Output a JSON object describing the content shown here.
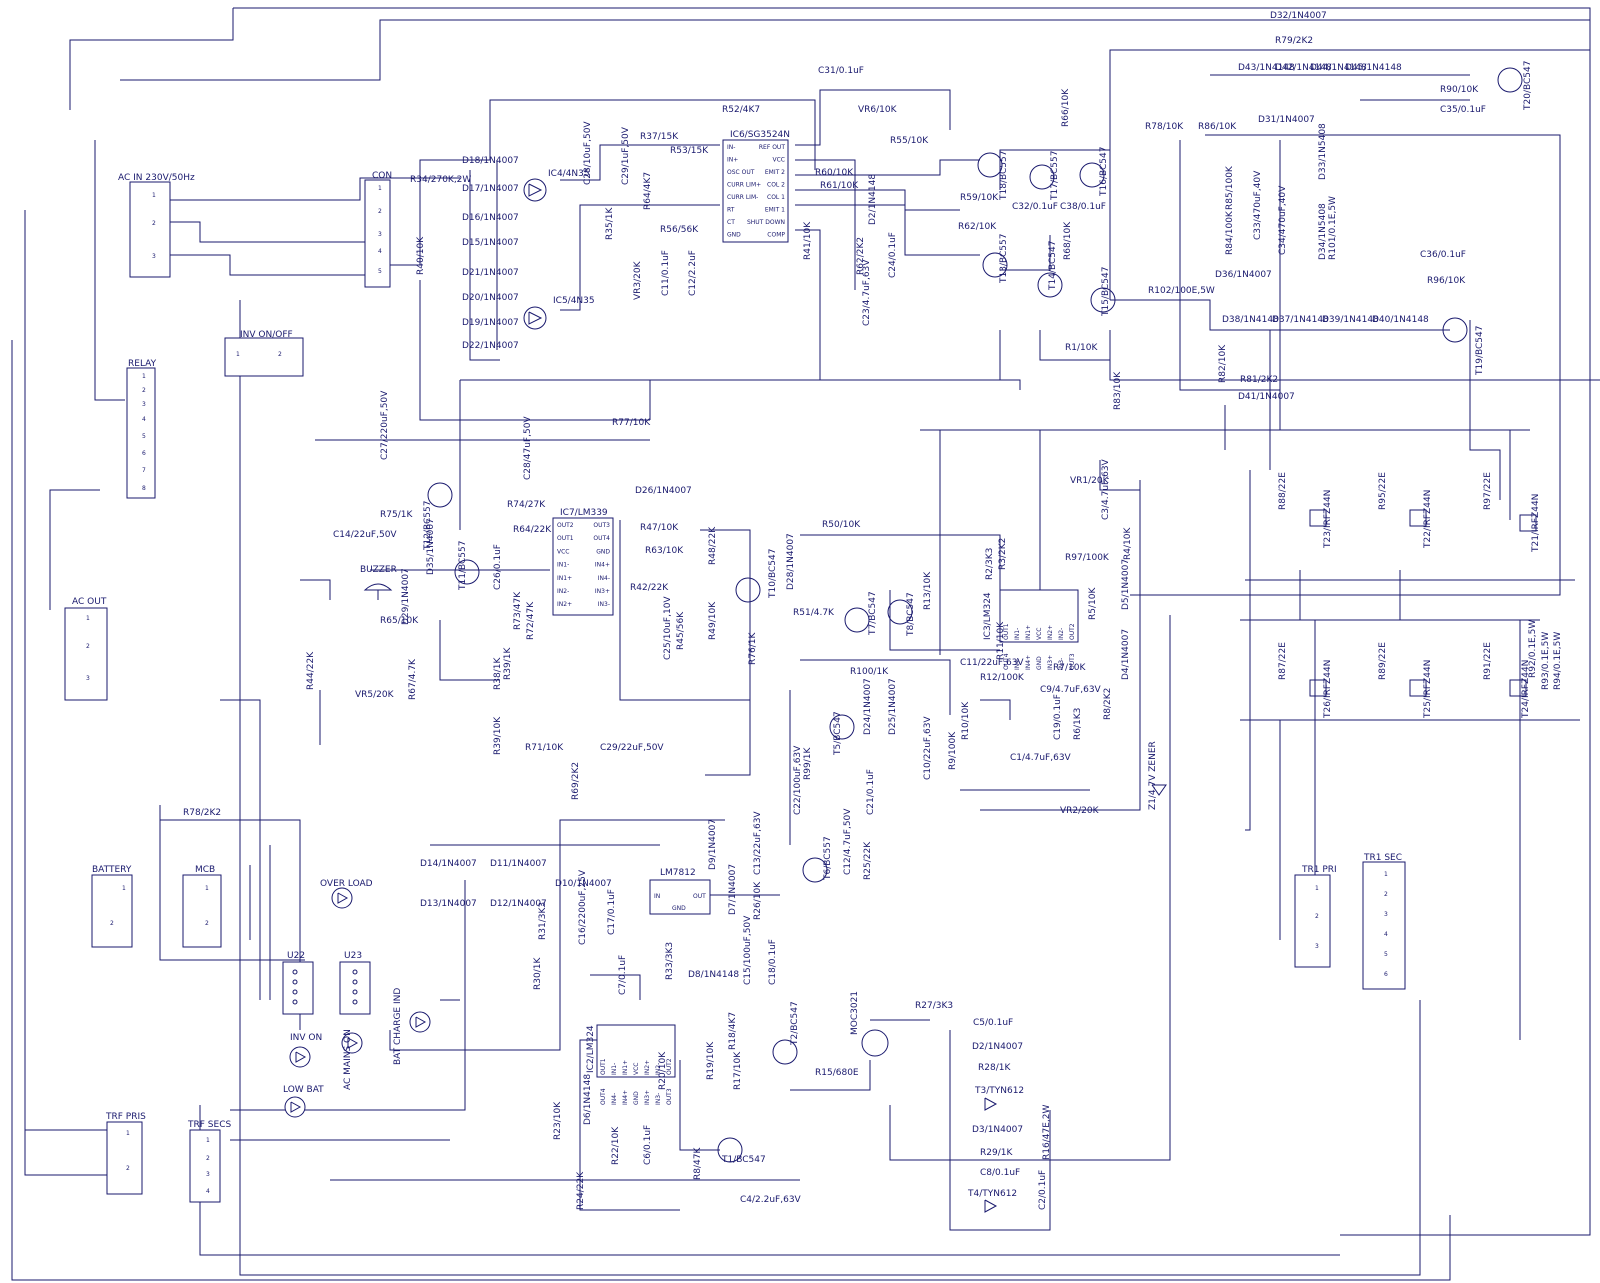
{
  "connectors": {
    "ac_in": "AC IN 230V/50Hz",
    "con": "CON",
    "relay": "RELAY",
    "inv_onoff": "INV ON/OFF",
    "ac_out": "AC OUT",
    "battery": "BATTERY",
    "mcb": "MCB",
    "trf_pris": "TRF PRIS",
    "trf_secs": "TRF SECS",
    "tr1_pri": "TR1 PRI",
    "tr1_sec": "TR1 SEC"
  },
  "ics": {
    "ic6": {
      "title": "IC6/SG3524N",
      "left": [
        "IN-",
        "IN+",
        "OSC OUT",
        "CURR LIM+",
        "CURR LIM-",
        "RT",
        "CT",
        "GND"
      ],
      "right": [
        "REF OUT",
        "VCC",
        "EMIT 2",
        "COL 2",
        "COL 1",
        "EMIT 1",
        "SHUT DOWN",
        "COMP"
      ]
    },
    "ic7": {
      "title": "IC7/LM339",
      "left": [
        "OUT2",
        "OUT1",
        "VCC",
        "IN1-",
        "IN1+",
        "IN2-",
        "IN2+"
      ],
      "right": [
        "OUT3",
        "OUT4",
        "GND",
        "IN4+",
        "IN4-",
        "IN3+",
        "IN3-"
      ]
    },
    "ic3": {
      "title": "IC3/LM324",
      "pins": [
        "OUT1",
        "IN1-",
        "IN1+",
        "VCC",
        "IN2+",
        "IN2-",
        "OUT2",
        "OUT3",
        "IN3-",
        "IN3+",
        "GND",
        "IN4+",
        "IN4-",
        "OUT4"
      ]
    },
    "ic2": {
      "title": "IC2/LM324",
      "pins": [
        "OUT1",
        "IN1-",
        "IN1+",
        "VCC",
        "IN2+",
        "IN2-",
        "OUT2",
        "OUT3",
        "IN3-",
        "IN3+",
        "GND",
        "IN4+",
        "IN4-",
        "OUT4"
      ]
    },
    "lm7812": {
      "title": "LM7812",
      "pins": [
        "IN",
        "GND",
        "OUT"
      ]
    },
    "u22": "U22",
    "u23": "U23"
  },
  "leds": {
    "buzzer": "BUZZER",
    "over_load": "OVER LOAD",
    "inv_on": "INV ON",
    "low_bat": "LOW BAT",
    "ac_mains_on": "AC MAINS ON",
    "bat_charge_ind": "BAT CHARGE IND"
  },
  "labels": [
    {
      "t": "R34/270K,2W"
    },
    {
      "t": "D18/1N4007"
    },
    {
      "t": "D17/1N4007"
    },
    {
      "t": "D16/1N4007"
    },
    {
      "t": "D15/1N4007"
    },
    {
      "t": "D21/1N4007"
    },
    {
      "t": "D20/1N4007"
    },
    {
      "t": "D19/1N4007"
    },
    {
      "t": "D22/1N4007"
    },
    {
      "t": "IC4/4N35"
    },
    {
      "t": "IC5/4N35"
    },
    {
      "t": "R40/10K"
    },
    {
      "t": "C31/0.1uF"
    },
    {
      "t": "R52/4K7"
    },
    {
      "t": "VR6/10K"
    },
    {
      "t": "R55/10K"
    },
    {
      "t": "R60/10K"
    },
    {
      "t": "R61/10K"
    },
    {
      "t": "R37/15K"
    },
    {
      "t": "R53/15K"
    },
    {
      "t": "C28/10uF,50V"
    },
    {
      "t": "C29/1uF,50V"
    },
    {
      "t": "R64/4K7"
    },
    {
      "t": "R56/56K"
    },
    {
      "t": "R35/1K"
    },
    {
      "t": "VR3/20K"
    },
    {
      "t": "C11/0.1uF"
    },
    {
      "t": "C12/2.2uF"
    },
    {
      "t": "R41/10K"
    },
    {
      "t": "R62/2K2"
    },
    {
      "t": "D2/1N4148"
    },
    {
      "t": "C23/4.7uF,63V"
    },
    {
      "t": "C24/0.1uF"
    },
    {
      "t": "R59/10K"
    },
    {
      "t": "R62/10K"
    },
    {
      "t": "C32/0.1uF"
    },
    {
      "t": "C38/0.1uF"
    },
    {
      "t": "T18/BC557"
    },
    {
      "t": "T17/BC557"
    },
    {
      "t": "T16/BC547"
    },
    {
      "t": "T13/BC557"
    },
    {
      "t": "T14/BC547"
    },
    {
      "t": "T15/BC547"
    },
    {
      "t": "R66/10K"
    },
    {
      "t": "R68/10K"
    },
    {
      "t": "R102/100E,5W"
    },
    {
      "t": "R1/10K"
    },
    {
      "t": "R83/10K"
    },
    {
      "t": "D32/1N4007"
    },
    {
      "t": "R79/2K2"
    },
    {
      "t": "D43/1N4148"
    },
    {
      "t": "D42/1N4148"
    },
    {
      "t": "D44/1N4148"
    },
    {
      "t": "D45/1N4148"
    },
    {
      "t": "R90/10K"
    },
    {
      "t": "C35/0.1uF"
    },
    {
      "t": "T20/BC547"
    },
    {
      "t": "R78/10K"
    },
    {
      "t": "R86/10K"
    },
    {
      "t": "D31/1N4007"
    },
    {
      "t": "R85/100K"
    },
    {
      "t": "R84/100K"
    },
    {
      "t": "C33/470uF,40V"
    },
    {
      "t": "C34/470uF,40V"
    },
    {
      "t": "D33/1N5408"
    },
    {
      "t": "D34/1N5408"
    },
    {
      "t": "R101/0.1E,5W"
    },
    {
      "t": "C36/0.1uF"
    },
    {
      "t": "R96/10K"
    },
    {
      "t": "D36/1N4007"
    },
    {
      "t": "D38/1N4148"
    },
    {
      "t": "D37/1N4148"
    },
    {
      "t": "D39/1N4148"
    },
    {
      "t": "D40/1N4148"
    },
    {
      "t": "T19/BC547"
    },
    {
      "t": "R82/10K"
    },
    {
      "t": "R81/2K2"
    },
    {
      "t": "D41/1N4007"
    },
    {
      "t": "R77/10K"
    },
    {
      "t": "C28/47uF,50V"
    },
    {
      "t": "C27/220uF,50V"
    },
    {
      "t": "VR1/20K"
    },
    {
      "t": "R88/22E"
    },
    {
      "t": "R95/22E"
    },
    {
      "t": "R97/22E"
    },
    {
      "t": "T23/IRFZ44N"
    },
    {
      "t": "T22/IRFZ44N"
    },
    {
      "t": "T21/IRFZ44N"
    },
    {
      "t": "R87/22E"
    },
    {
      "t": "R89/22E"
    },
    {
      "t": "R91/22E"
    },
    {
      "t": "T26/IRFZ44N"
    },
    {
      "t": "T25/IRFZ44N"
    },
    {
      "t": "T24/IRFZ44N"
    },
    {
      "t": "R92/0.1E,5W"
    },
    {
      "t": "R93/0.1E,5W"
    },
    {
      "t": "R94/0.1E,5W"
    },
    {
      "t": "R75/1K"
    },
    {
      "t": "T12/BC557"
    },
    {
      "t": "D26/1N4007"
    },
    {
      "t": "R74/27K"
    },
    {
      "t": "R64/22K"
    },
    {
      "t": "C14/22uF,50V"
    },
    {
      "t": "D35/1N4007"
    },
    {
      "t": "T11/BC557"
    },
    {
      "t": "C26/0.1uF"
    },
    {
      "t": "R65/10K"
    },
    {
      "t": "D29/1N4007"
    },
    {
      "t": "R47/10K"
    },
    {
      "t": "R63/10K"
    },
    {
      "t": "R42/22K"
    },
    {
      "t": "R73/47K"
    },
    {
      "t": "R72/47K"
    },
    {
      "t": "C25/10uF,10V"
    },
    {
      "t": "R45/56K"
    },
    {
      "t": "R48/22K"
    },
    {
      "t": "R49/10K"
    },
    {
      "t": "R76/1K"
    },
    {
      "t": "T10/BC547"
    },
    {
      "t": "D28/1N4007"
    },
    {
      "t": "R50/10K"
    },
    {
      "t": "R51/4.7K"
    },
    {
      "t": "T7/BC547"
    },
    {
      "t": "T8/BC547"
    },
    {
      "t": "R13/10K"
    },
    {
      "t": "R44/22K"
    },
    {
      "t": "VR5/20K"
    },
    {
      "t": "R67/4.7K"
    },
    {
      "t": "R38/1K"
    },
    {
      "t": "R39/1K"
    },
    {
      "t": "R39/10K"
    },
    {
      "t": "R71/10K"
    },
    {
      "t": "C29/22uF,50V"
    },
    {
      "t": "R69/2K2"
    },
    {
      "t": "R78/2K2"
    },
    {
      "t": "R100/1K"
    },
    {
      "t": "T5/BC547"
    },
    {
      "t": "D24/1N4007"
    },
    {
      "t": "D25/1N4007"
    },
    {
      "t": "R99/1K"
    },
    {
      "t": "C22/100uF,63V"
    },
    {
      "t": "C21/0.1uF"
    },
    {
      "t": "R2/3K3"
    },
    {
      "t": "R3/2K2"
    },
    {
      "t": "R97/100K"
    },
    {
      "t": "R4/10K"
    },
    {
      "t": "C3/4.7uF,63V"
    },
    {
      "t": "D5/1N4007"
    },
    {
      "t": "R5/10K"
    },
    {
      "t": "D4/1N4007"
    },
    {
      "t": "C11/22uF,63V"
    },
    {
      "t": "R12/100K"
    },
    {
      "t": "R7/10K"
    },
    {
      "t": "C9/4.7uF,63V"
    },
    {
      "t": "R10/10K"
    },
    {
      "t": "R11/10K"
    },
    {
      "t": "C10/22uF,63V"
    },
    {
      "t": "R9/100K"
    },
    {
      "t": "C19/0.1uF"
    },
    {
      "t": "R6/1K3"
    },
    {
      "t": "R8/2K2"
    },
    {
      "t": "C1/4.7uF,63V"
    },
    {
      "t": "VR2/20K"
    },
    {
      "t": "Z1/4.7V ZENER"
    },
    {
      "t": "D14/1N4007"
    },
    {
      "t": "D11/1N4007"
    },
    {
      "t": "D13/1N4007"
    },
    {
      "t": "D12/1N4007"
    },
    {
      "t": "D10/1N4007"
    },
    {
      "t": "C16/2200uF,25V"
    },
    {
      "t": "C17/0.1uF"
    },
    {
      "t": "D9/1N4007"
    },
    {
      "t": "C13/22uF,63V"
    },
    {
      "t": "T6/BC557"
    },
    {
      "t": "C12/4.7uF,50V"
    },
    {
      "t": "R25/22K"
    },
    {
      "t": "D7/1N4007"
    },
    {
      "t": "R26/10K"
    },
    {
      "t": "C15/100uF,50V"
    },
    {
      "t": "C18/0.1uF"
    },
    {
      "t": "R31/3K3"
    },
    {
      "t": "R30/1K"
    },
    {
      "t": "C7/0.1uF"
    },
    {
      "t": "R33/3K3"
    },
    {
      "t": "D8/1N4148"
    },
    {
      "t": "R18/4K7"
    },
    {
      "t": "T2/BC547"
    },
    {
      "t": "R15/680E"
    },
    {
      "t": "MOC3021"
    },
    {
      "t": "R27/3K3"
    },
    {
      "t": "C5/0.1uF"
    },
    {
      "t": "D2/1N4007"
    },
    {
      "t": "R28/1K"
    },
    {
      "t": "T3/TYN612"
    },
    {
      "t": "D3/1N4007"
    },
    {
      "t": "R29/1K"
    },
    {
      "t": "C8/0.1uF"
    },
    {
      "t": "T4/TYN612"
    },
    {
      "t": "R16/47E,2W"
    },
    {
      "t": "C2/0.1uF"
    },
    {
      "t": "R23/10K"
    },
    {
      "t": "D6/1N4148"
    },
    {
      "t": "R22/10K"
    },
    {
      "t": "C6/0.1uF"
    },
    {
      "t": "R24/22K"
    },
    {
      "t": "R20/10K"
    },
    {
      "t": "R19/10K"
    },
    {
      "t": "R17/10K"
    },
    {
      "t": "T1/BC547"
    },
    {
      "t": "R8/47K"
    },
    {
      "t": "C4/2.2uF,63V"
    }
  ]
}
